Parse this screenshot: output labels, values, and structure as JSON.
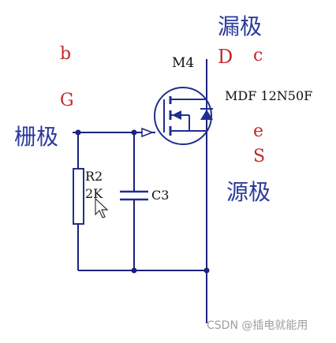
{
  "labels": {
    "drain_cn": "漏极",
    "gate_cn": "栅极",
    "source_cn": "源极",
    "b": "b",
    "G": "G",
    "D": "D",
    "c": "c",
    "e": "e",
    "S": "S",
    "M4": "M4",
    "mosfet_part": "MDF 12N50F",
    "resistor_ref": "R2",
    "resistor_value": "2K",
    "capacitor_ref": "C3",
    "watermark": "CSDN @插电就能用"
  },
  "colors": {
    "wire": "#1a237e",
    "symbol": "#1f2f8f",
    "label_cn": "#2b3a9a",
    "label_red": "#c62828",
    "label_black": "#111111",
    "watermark": "#9e9e9e",
    "background": "#ffffff"
  }
}
